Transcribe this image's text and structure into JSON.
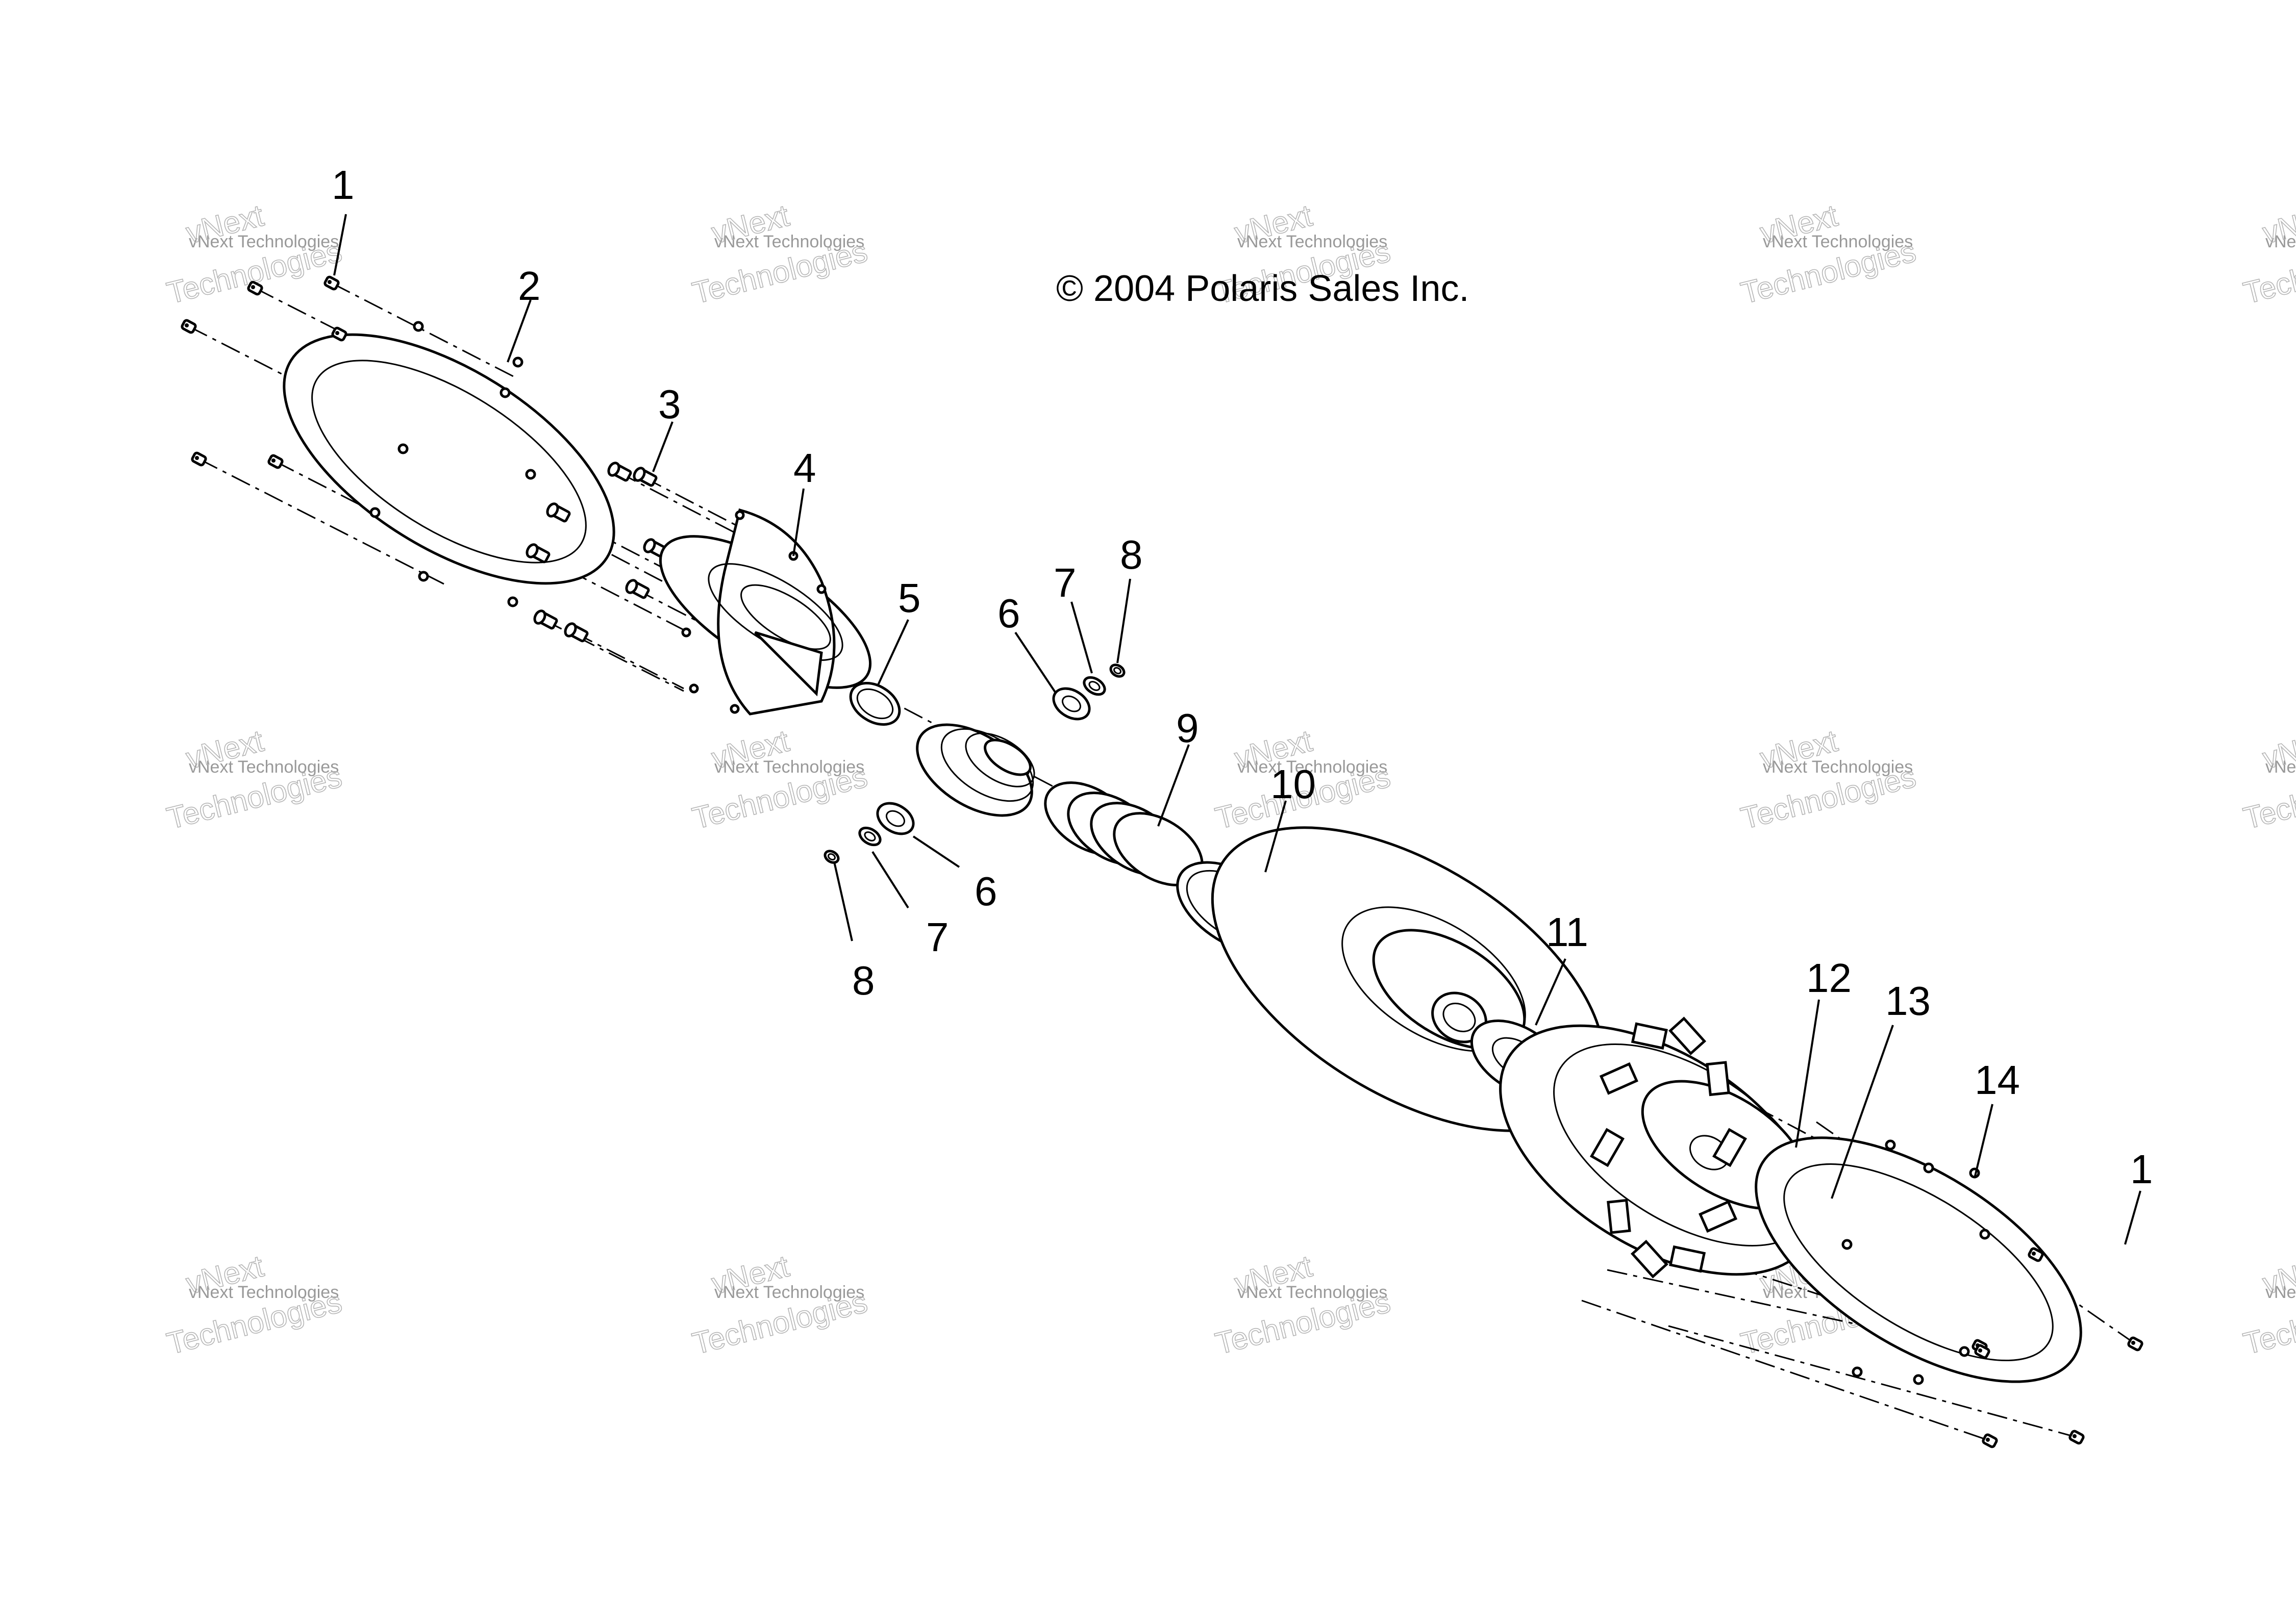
{
  "copyright": "© 2004 Polaris Sales Inc.",
  "watermark": {
    "line1": "vNext Technologies",
    "line2": "vNext",
    "line3": "Technologies"
  },
  "callouts": [
    {
      "id": "1a",
      "label": "1"
    },
    {
      "id": "2",
      "label": "2"
    },
    {
      "id": "3",
      "label": "3"
    },
    {
      "id": "4",
      "label": "4"
    },
    {
      "id": "5",
      "label": "5"
    },
    {
      "id": "6a",
      "label": "6"
    },
    {
      "id": "7a",
      "label": "7"
    },
    {
      "id": "8a",
      "label": "8"
    },
    {
      "id": "9",
      "label": "9"
    },
    {
      "id": "10",
      "label": "10"
    },
    {
      "id": "6b",
      "label": "6"
    },
    {
      "id": "7b",
      "label": "7"
    },
    {
      "id": "8b",
      "label": "8"
    },
    {
      "id": "11",
      "label": "11"
    },
    {
      "id": "12",
      "label": "12"
    },
    {
      "id": "13",
      "label": "13"
    },
    {
      "id": "14",
      "label": "14"
    },
    {
      "id": "1b",
      "label": "1"
    }
  ]
}
